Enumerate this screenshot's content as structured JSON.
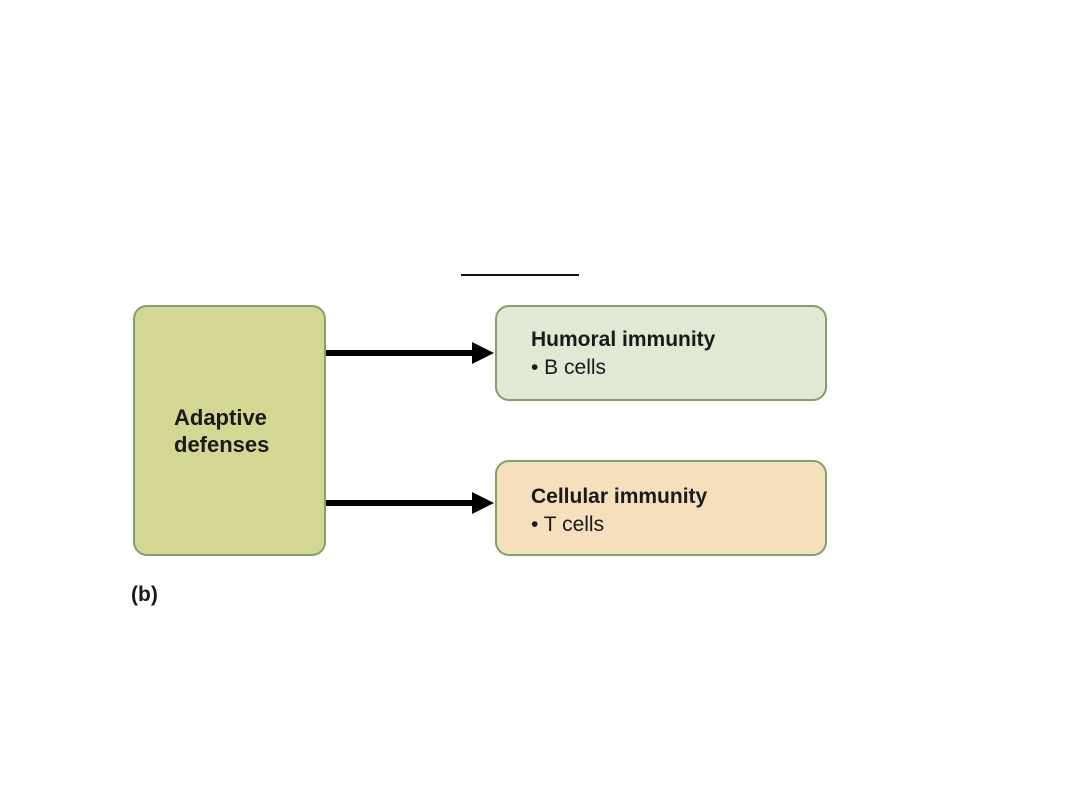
{
  "diagram": {
    "adaptive_box": {
      "line1": "Adaptive",
      "line2": "defenses"
    },
    "humoral_box": {
      "title": "Humoral immunity",
      "bullet": "• B cells"
    },
    "cellular_box": {
      "title": "Cellular immunity",
      "bullet": "• T cells"
    },
    "panel_label": "(b)"
  },
  "colors": {
    "adaptive_fill": "#d4d694",
    "humoral_fill": "#e1e9d4",
    "cellular_fill": "#f6dfbd",
    "border": "#82a06a",
    "arrow": "#000000"
  }
}
